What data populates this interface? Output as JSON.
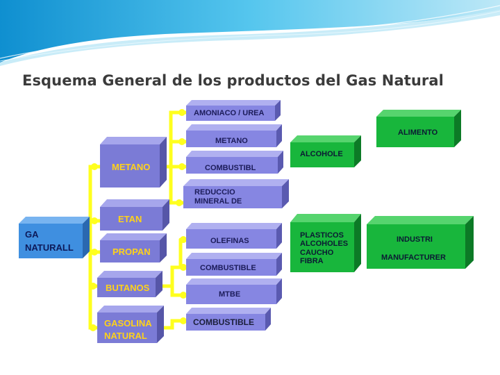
{
  "title": "Esquema General de los productos del Gas Natural",
  "colors": {
    "banner": "#36b6e6",
    "primary_box": "#7b7bd6",
    "product_box": "#8686e2",
    "source_box": "#3f8fe0",
    "green_box": "#18b63c",
    "connector": "#ffff1e",
    "label_on_primary": "#ffd21a"
  },
  "nodes": {
    "gas_natural": "GA\nNATURALL",
    "metano": "METANO",
    "etan": "ETAN",
    "propan": "PROPAN",
    "butanos": "BUTANOS",
    "gasolina_natural": "GASOLINA\nNATURAL",
    "amoniaco_urea": "AMONIACO / UREA",
    "metano_product": "METANO",
    "combustibl": "COMBUSTIBL",
    "reduccio_mineral": "REDUCCIO\n      MINERAL DE",
    "olefinas": "OLEFINAS",
    "combustible_1": "COMBUSTIBLE",
    "mtbe": "MTBE",
    "combustible_2": "COMBUSTIBLE",
    "alimento": "ALIMENTO",
    "alcohole": "ALCOHOLE",
    "plasticos": "PLASTICOS\nALCOHOLES\nCAUCHO\nFIBRA",
    "industri": "INDUSTRI",
    "manufacturer": "MANUFACTURER"
  }
}
